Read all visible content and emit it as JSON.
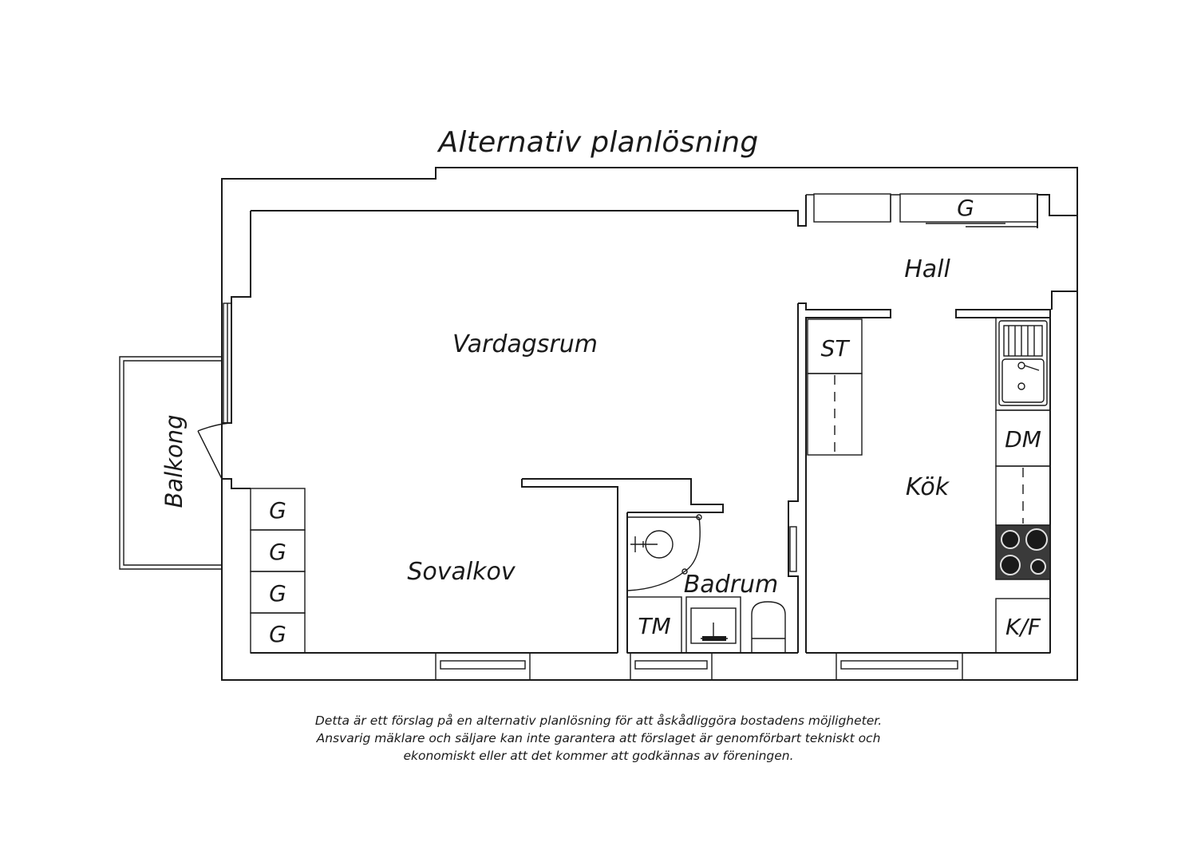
{
  "title": "Alternativ planlösning",
  "rooms": {
    "vardagsrum": "Vardagsrum",
    "sovalkov": "Sovalkov",
    "balkong": "Balkong",
    "hall": "Hall",
    "kok": "Kök",
    "badrum": "Badrum"
  },
  "fixtures": {
    "wardrobe": "G",
    "storage": "ST",
    "dishwasher": "DM",
    "washing_machine": "TM",
    "fridge_freezer": "K/F"
  },
  "disclaimer": [
    "Detta är ett förslag på en alternativ planlösning för att åskådliggöra bostadens möjligheter.",
    "Ansvarig mäklare och säljare kan inte garantera att förslaget är genomförbart tekniskt och",
    "ekonomiskt eller att det kommer att godkännas av föreningen."
  ],
  "colors": {
    "line": "#1a1a1a",
    "background": "#ffffff",
    "stove": "#3a3a3a"
  }
}
